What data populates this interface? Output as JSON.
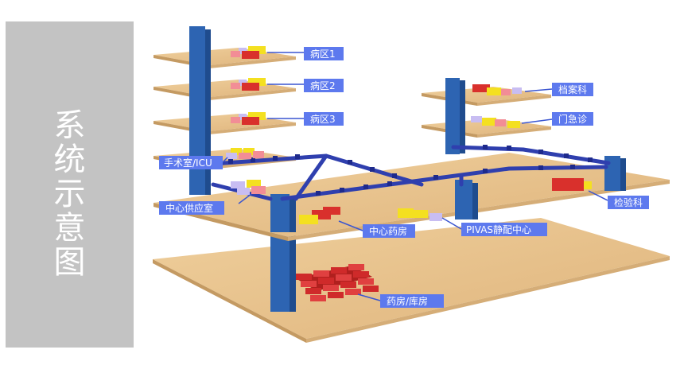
{
  "title_chars": [
    "系",
    "统",
    "示",
    "意",
    "图"
  ],
  "labels": {
    "ward1": "病区1",
    "ward2": "病区2",
    "ward3": "病区3",
    "records": "档案科",
    "outpatient": "门急诊",
    "surgery": "手术室/ICU",
    "supply": "中心供应室",
    "central_pharmacy": "中心药房",
    "pivas": "PIVAS静配中心",
    "lab": "检验科",
    "warehouse": "药房/库房"
  },
  "colors": {
    "floor": "#e8c28d",
    "floor_edge": "#c9a06a",
    "pipe": "#2f3fae",
    "shaft": "#2d64b2",
    "label_bg": "#5d79ee",
    "box_red": "#d9302c",
    "box_yellow": "#f4e020",
    "box_pink": "#f28d96",
    "box_lilac": "#c8bdf2",
    "panel": "#c3c3c3"
  }
}
